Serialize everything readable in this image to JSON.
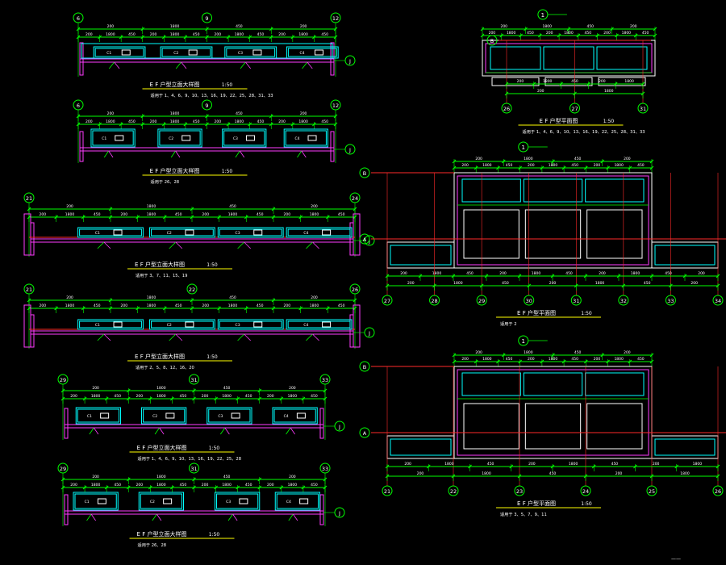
{
  "colors": {
    "background": "#000000",
    "dimension": "#00ff00",
    "wall": "#ff3cff",
    "window": "#00ffff",
    "axis": "#ff2a2a",
    "text": "#ffffff",
    "title": "#ffff00",
    "bubble": "#00ff00"
  },
  "drawings": {
    "left": [
      {
        "title": "E F 户型立面大样图",
        "scale": "1:50",
        "note": "适用于 1、4、6、9、10、13、16、19、22、25、28、31、33",
        "axis_left": "6",
        "axis_mid": "9",
        "axis_right": "12",
        "axis_side": "J"
      },
      {
        "title": "E F 户型立面大样图",
        "scale": "1:50",
        "note": "适用于 26、28",
        "axis_left": "6",
        "axis_mid": "9",
        "axis_right": "12",
        "axis_side": "J"
      },
      {
        "title": "E F 户型立面大样图",
        "scale": "1:50",
        "note": "适用于 3、7、11、15、19",
        "axis_left": "21",
        "axis_mid": "",
        "axis_right": "24",
        "axis_side": "J"
      },
      {
        "title": "E F 户型立面大样图",
        "scale": "1:50",
        "note": "适用于 2、5、8、12、16、20",
        "axis_left": "21",
        "axis_mid": "22",
        "axis_right": "26",
        "axis_side": "J"
      },
      {
        "title": "E F 户型立面大样图",
        "scale": "1:50",
        "note": "适用于 1、4、6、9、10、13、16、19、22、25、28",
        "axis_left": "29",
        "axis_mid": "31",
        "axis_right": "33",
        "axis_side": "J"
      },
      {
        "title": "E F 户型立面大样图",
        "scale": "1:50",
        "note": "适用于 26、28",
        "axis_left": "29",
        "axis_mid": "31",
        "axis_right": "33",
        "axis_side": "J"
      }
    ],
    "right": [
      {
        "title": "E F 户型平面图",
        "scale": "1:50",
        "note": "适用于 1、4、6、9、10、13、16、19、22、25、28、31、33",
        "axes_bottom": [
          "26",
          "27",
          "31"
        ],
        "axis_side_top": "B",
        "section_mark": "1"
      },
      {
        "title": "E F 户型平面图",
        "scale": "1:50",
        "note": "适用于 2",
        "axes_bottom": [
          "27",
          "28",
          "29",
          "30",
          "31",
          "32",
          "33",
          "34"
        ],
        "axis_side_top": "B",
        "axis_side_bottom": "A",
        "section_mark": "1"
      },
      {
        "title": "E F 户型平面图",
        "scale": "1:50",
        "note": "适用于 3、5、7、9、11",
        "axes_bottom": [
          "21",
          "22",
          "23",
          "24",
          "25",
          "26"
        ],
        "axis_side_top": "B",
        "axis_side_bottom": "A",
        "section_mark": "1"
      }
    ]
  },
  "unit_marks": [
    "C1",
    "C2",
    "C3",
    "C4"
  ],
  "footer_mark": "——"
}
